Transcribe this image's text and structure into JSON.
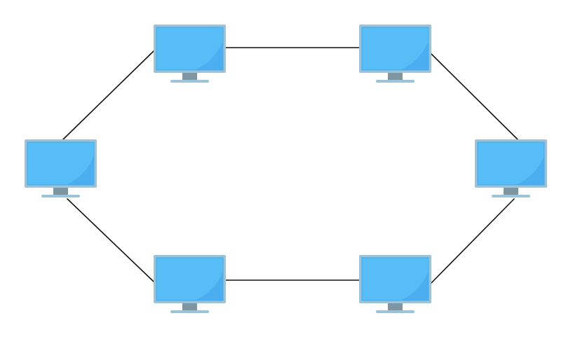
{
  "diagram": {
    "type": "ring-network-topology",
    "node_icon": "monitor-icon",
    "colors": {
      "background": "#ffffff",
      "link": "#111111",
      "bezel": "#9cc3d8",
      "screen": "#57bdf7",
      "screen_dark": "#49acee",
      "screen_border": "#3fa8ea",
      "neck": "#7d96a2",
      "base": "#9cc3d8"
    },
    "nodes": [
      {
        "id": "top-left"
      },
      {
        "id": "top-right"
      },
      {
        "id": "right"
      },
      {
        "id": "bottom-right"
      },
      {
        "id": "bottom-left"
      },
      {
        "id": "left"
      }
    ],
    "links": [
      [
        "top-left",
        "top-right"
      ],
      [
        "top-right",
        "right"
      ],
      [
        "right",
        "bottom-right"
      ],
      [
        "bottom-right",
        "bottom-left"
      ],
      [
        "bottom-left",
        "left"
      ],
      [
        "left",
        "top-left"
      ]
    ]
  }
}
